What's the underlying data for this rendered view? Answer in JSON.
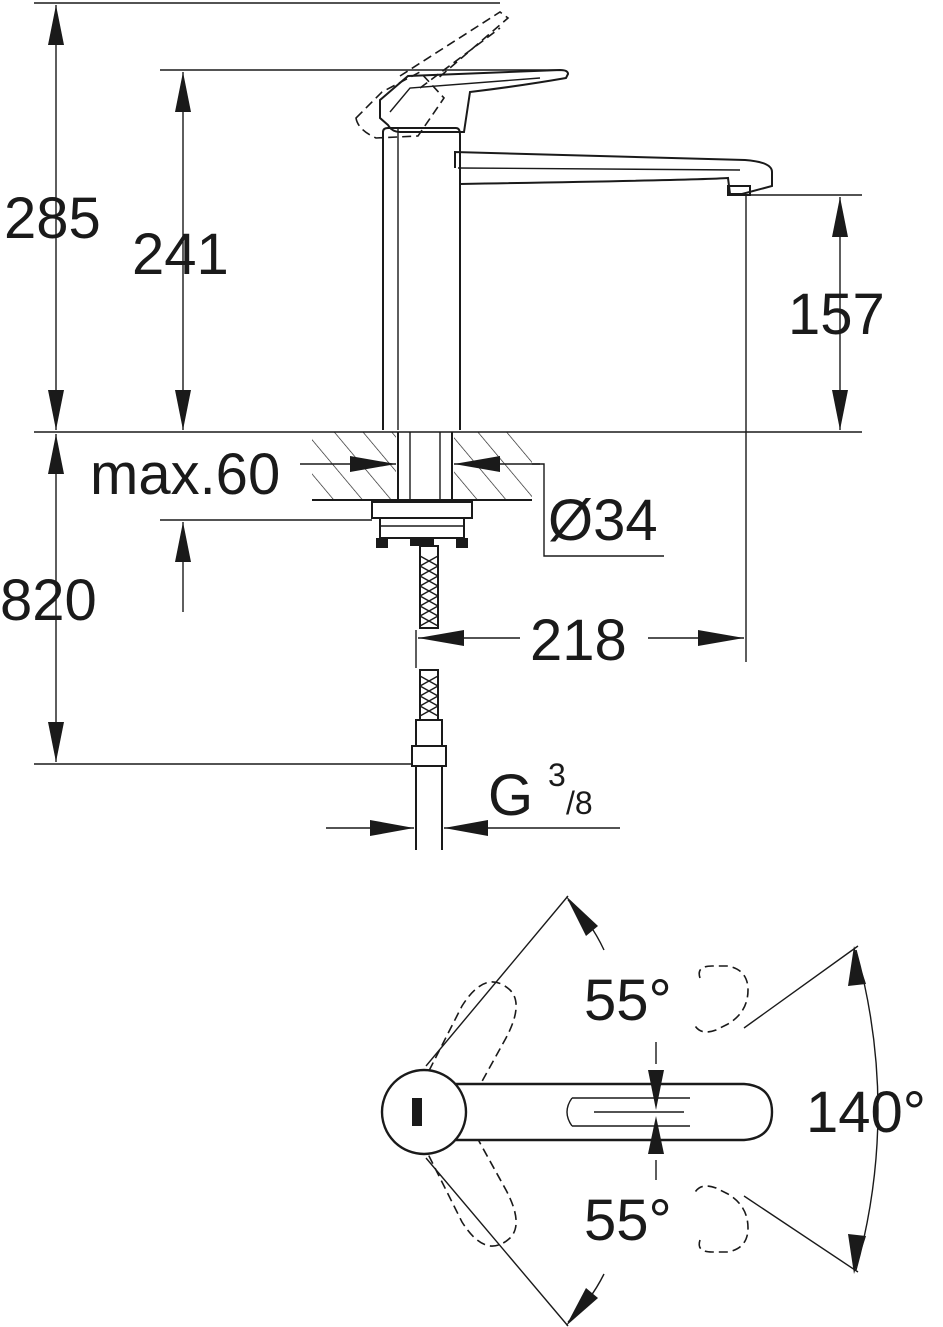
{
  "dimensions": {
    "total_height": "285",
    "lever_height": "241",
    "spout_height": "157",
    "max_countertop": "max.60",
    "hole_diameter": "Ø34",
    "below_countertop": "820",
    "spout_reach": "218",
    "connection_g": "G",
    "connection_num": "3",
    "connection_den": "/8"
  },
  "angles": {
    "upper": "55°",
    "lower": "55°",
    "total": "140°"
  },
  "colors": {
    "line": "#1a1a1a",
    "background": "#ffffff"
  }
}
